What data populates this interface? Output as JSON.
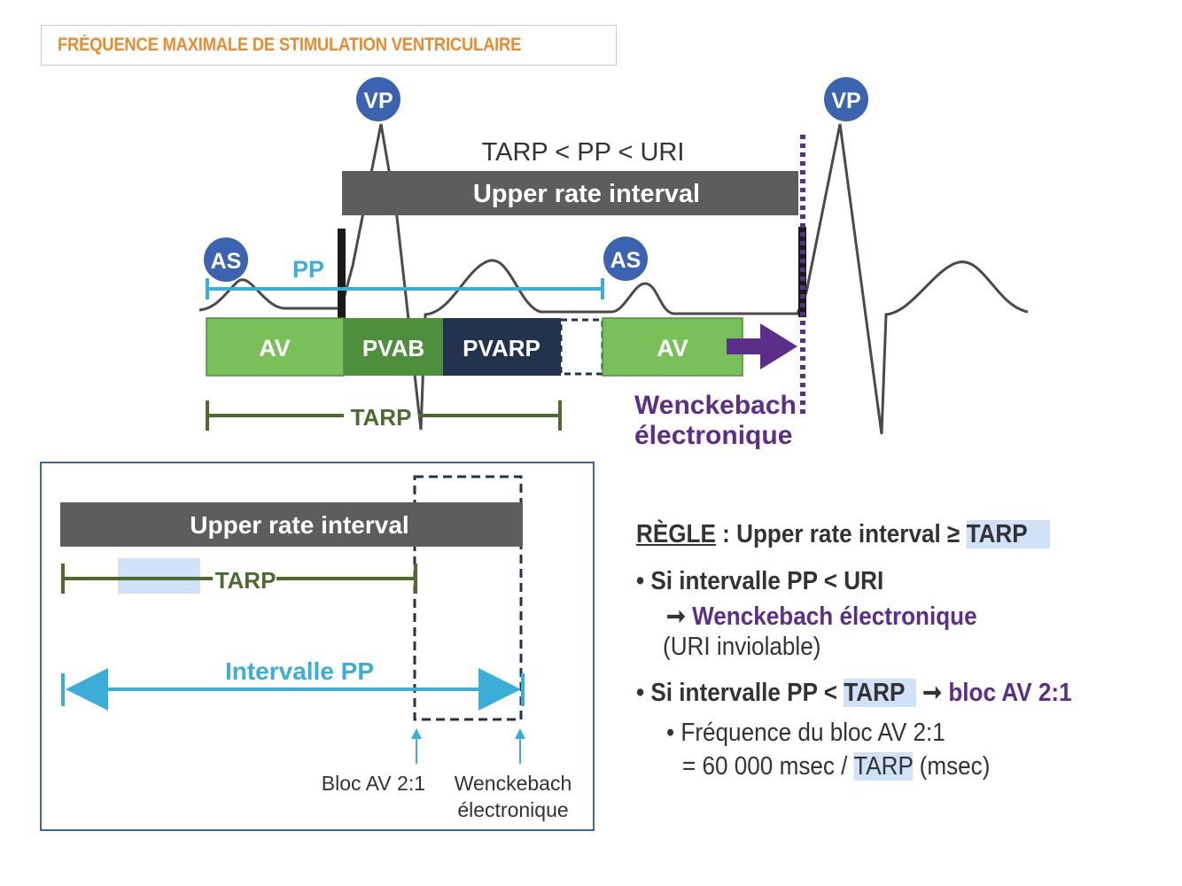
{
  "title": "FRÉQUENCE MAXIMALE DE STIMULATION VENTRICULAIRE",
  "top": {
    "vp_label": "VP",
    "as_label": "AS",
    "relation": "TARP < PP < URI",
    "upper_rate_interval": "Upper rate interval",
    "pp_label": "PP",
    "segments": [
      "AV",
      "PVAB",
      "PVARP",
      "AV"
    ],
    "tarp_label": "TARP",
    "wenckebach_line1": "Wenckebach",
    "wenckebach_line2": "électronique"
  },
  "inset": {
    "upper_rate_interval": "Upper rate interval",
    "tarp_label": "TARP",
    "pp_label": "Intervalle PP",
    "bloc_label": "Bloc AV 2:1",
    "wenck_line1": "Wenckebach",
    "wenck_line2": "électronique"
  },
  "rules": {
    "head_word": "RÈGLE",
    "head_rest": " : Upper rate interval ≥ ",
    "head_tarp": "TARP",
    "b1_text": "Si intervalle PP < URI",
    "b1_result": "Wenckebach électronique",
    "b1_note": "(URI inviolable)",
    "b2_text": "Si intervalle PP < ",
    "b2_tarp": "TARP",
    "b2_result": "bloc AV 2:1",
    "b3_line1": "Fréquence du bloc AV 2:1",
    "b3_line2_pre": "= 60 000 msec / ",
    "b3_tarp": "TARP",
    "b3_line2_post": " (msec)"
  },
  "colors": {
    "orange": "#e98b2e",
    "blue_marker": "#3c63b0",
    "cyan": "#3aaed8",
    "green_light": "#79bf5a",
    "green_mid": "#4f8e3d",
    "navy": "#22334d",
    "purple": "#5b2e8c",
    "gray_bar": "#5d5d5d",
    "olive": "#4e6b2e",
    "highlight": "#cfe2f7"
  }
}
